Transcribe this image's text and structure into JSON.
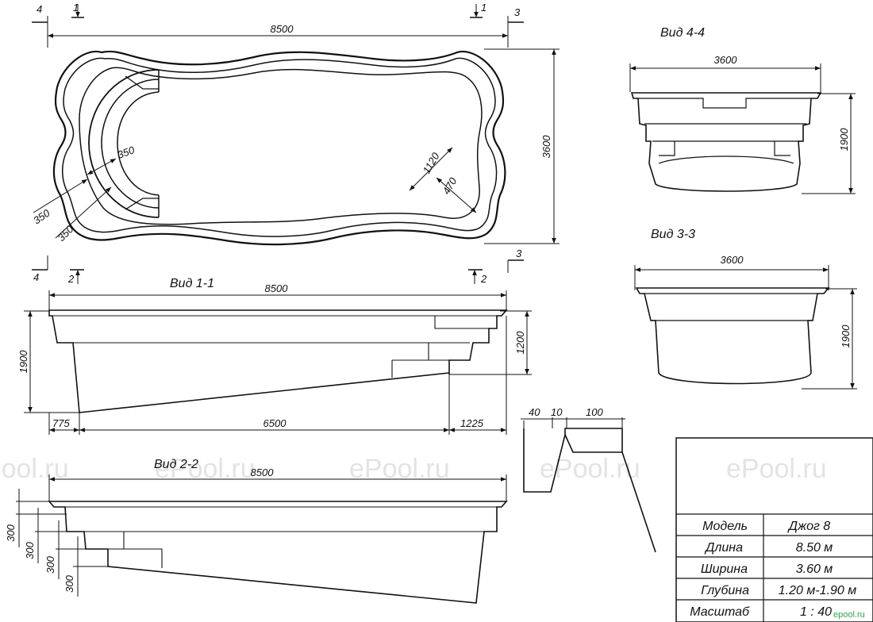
{
  "watermark": "ePool.ru",
  "corner_mark": "epool.ru",
  "plan": {
    "overall_length": "8500",
    "overall_width": "3600",
    "step_radius_a": "350",
    "step_radius_b": "350",
    "step_radius_c": "350",
    "corner_width": "1120",
    "corner_depth": "470",
    "section_marks": [
      "1",
      "1",
      "3",
      "4"
    ]
  },
  "view_4_4": {
    "title": "Вид 4-4",
    "width": "3600",
    "depth": "1900"
  },
  "view_3_3": {
    "title": "Вид 3-3",
    "width": "3600",
    "depth": "1900"
  },
  "view_1_1": {
    "title": "Вид 1-1",
    "length": "8500",
    "depth_deep": "1900",
    "depth_shallow": "1200",
    "seg_left": "775",
    "seg_mid": "6500",
    "seg_right": "1225",
    "marks": [
      "4",
      "2",
      "2",
      "3"
    ]
  },
  "view_2_2": {
    "title": "Вид 2-2",
    "length": "8500",
    "steps": [
      "300",
      "300",
      "300",
      "300"
    ]
  },
  "rim_detail": {
    "d1": "40",
    "d2": "10",
    "d3": "100"
  },
  "spec_table": {
    "rows": [
      {
        "label": "Модель",
        "value": "Джог 8"
      },
      {
        "label": "Длина",
        "value": "8.50 м"
      },
      {
        "label": "Ширина",
        "value": "3.60 м"
      },
      {
        "label": "Глубина",
        "value": "1.20 м-1.90 м"
      },
      {
        "label": "Масштаб",
        "value": "1 : 40"
      }
    ]
  }
}
